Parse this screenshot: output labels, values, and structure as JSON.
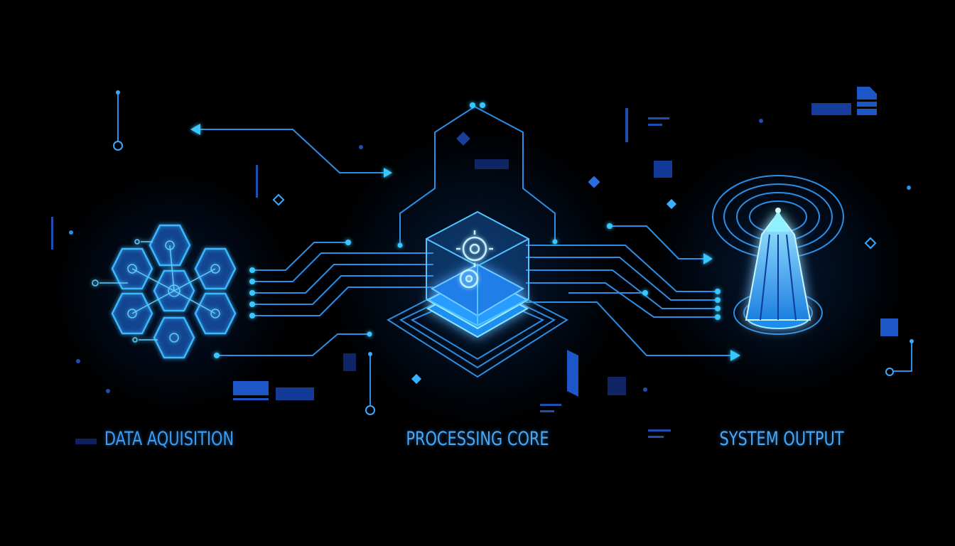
{
  "stages": {
    "acquisition": {
      "label": "DATA AQUISITION",
      "icon": "hexagon-cluster-icon"
    },
    "core": {
      "label": "PROCESSING CORE",
      "icon": "processor-chip-icon"
    },
    "output": {
      "label": "SYSTEM OUTPUT",
      "icon": "signal-tower-icon"
    }
  },
  "colors": {
    "background": "#000000",
    "circuit": "#2a8fe6",
    "glow": "#38c8ff",
    "label": "#4aa7f2",
    "block": "#1a48b8"
  }
}
